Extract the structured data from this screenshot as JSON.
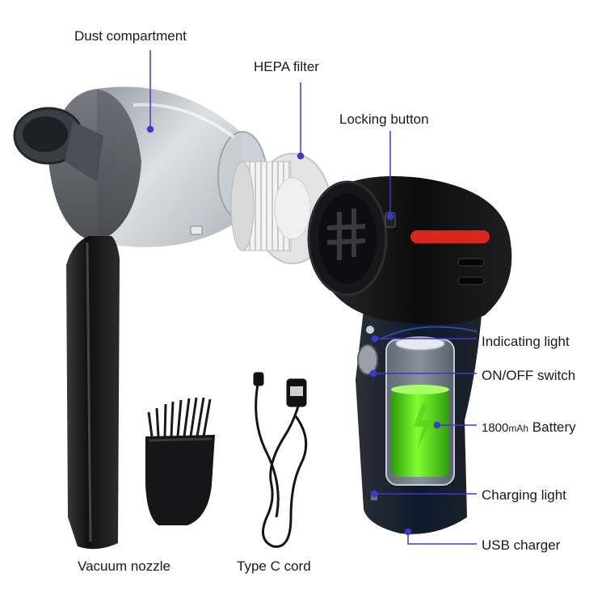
{
  "labels": {
    "dust_compartment": "Dust compartment",
    "hepa_filter": "HEPA filter",
    "locking_button": "Locking button",
    "indicating_light": "Indicating light",
    "on_off_switch": "ON/OFF switch",
    "battery_capacity": "1800",
    "battery_unit": "mAh",
    "battery_word": "Battery",
    "charging_light": "Charging light",
    "usb_charger": "USB charger",
    "vacuum_nozzle": "Vacuum nozzle",
    "type_c_cord": "Type C cord"
  },
  "colors": {
    "callout_line": "#3a3ad0",
    "body_black": "#141414",
    "battery_green": "#5be31c",
    "indicator_red": "#d8261c",
    "bg": "#ffffff"
  }
}
